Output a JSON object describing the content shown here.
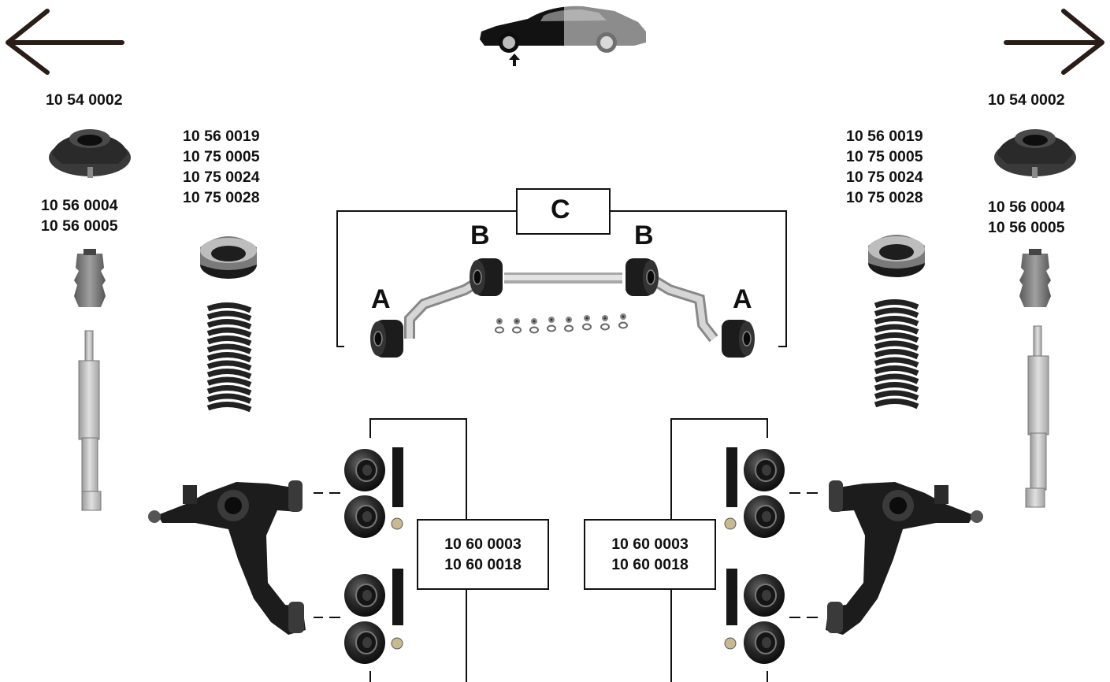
{
  "nav": {
    "back_icon": "arrow-left-icon",
    "forward_icon": "arrow-right-icon",
    "car_icon": "car-front-axle-icon"
  },
  "left": {
    "top_mount": "10 54 0002",
    "bump_stop": [
      "10 56 0004",
      "10 56 0005"
    ],
    "spring_parts": [
      "10 56 0019",
      "10 75 0005",
      "10 75 0024",
      "10 75 0028"
    ],
    "control_arm_kit": [
      "10 60 0003",
      "10 60 0018"
    ]
  },
  "right": {
    "top_mount": "10 54 0002",
    "bump_stop": [
      "10 56 0004",
      "10 56 0005"
    ],
    "spring_parts": [
      "10 56 0019",
      "10 75 0005",
      "10 75 0024",
      "10 75 0028"
    ],
    "control_arm_kit": [
      "10 60 0003",
      "10 60 0018"
    ]
  },
  "stabilizer": {
    "kit_letter": "C",
    "inner_bushing_letter": "B",
    "outer_bushing_letter": "A"
  },
  "colors": {
    "rubber": "#1e1e1e",
    "metal": "#b8b8b8",
    "car_dark": "#121212",
    "car_light": "#8c8c8c"
  }
}
